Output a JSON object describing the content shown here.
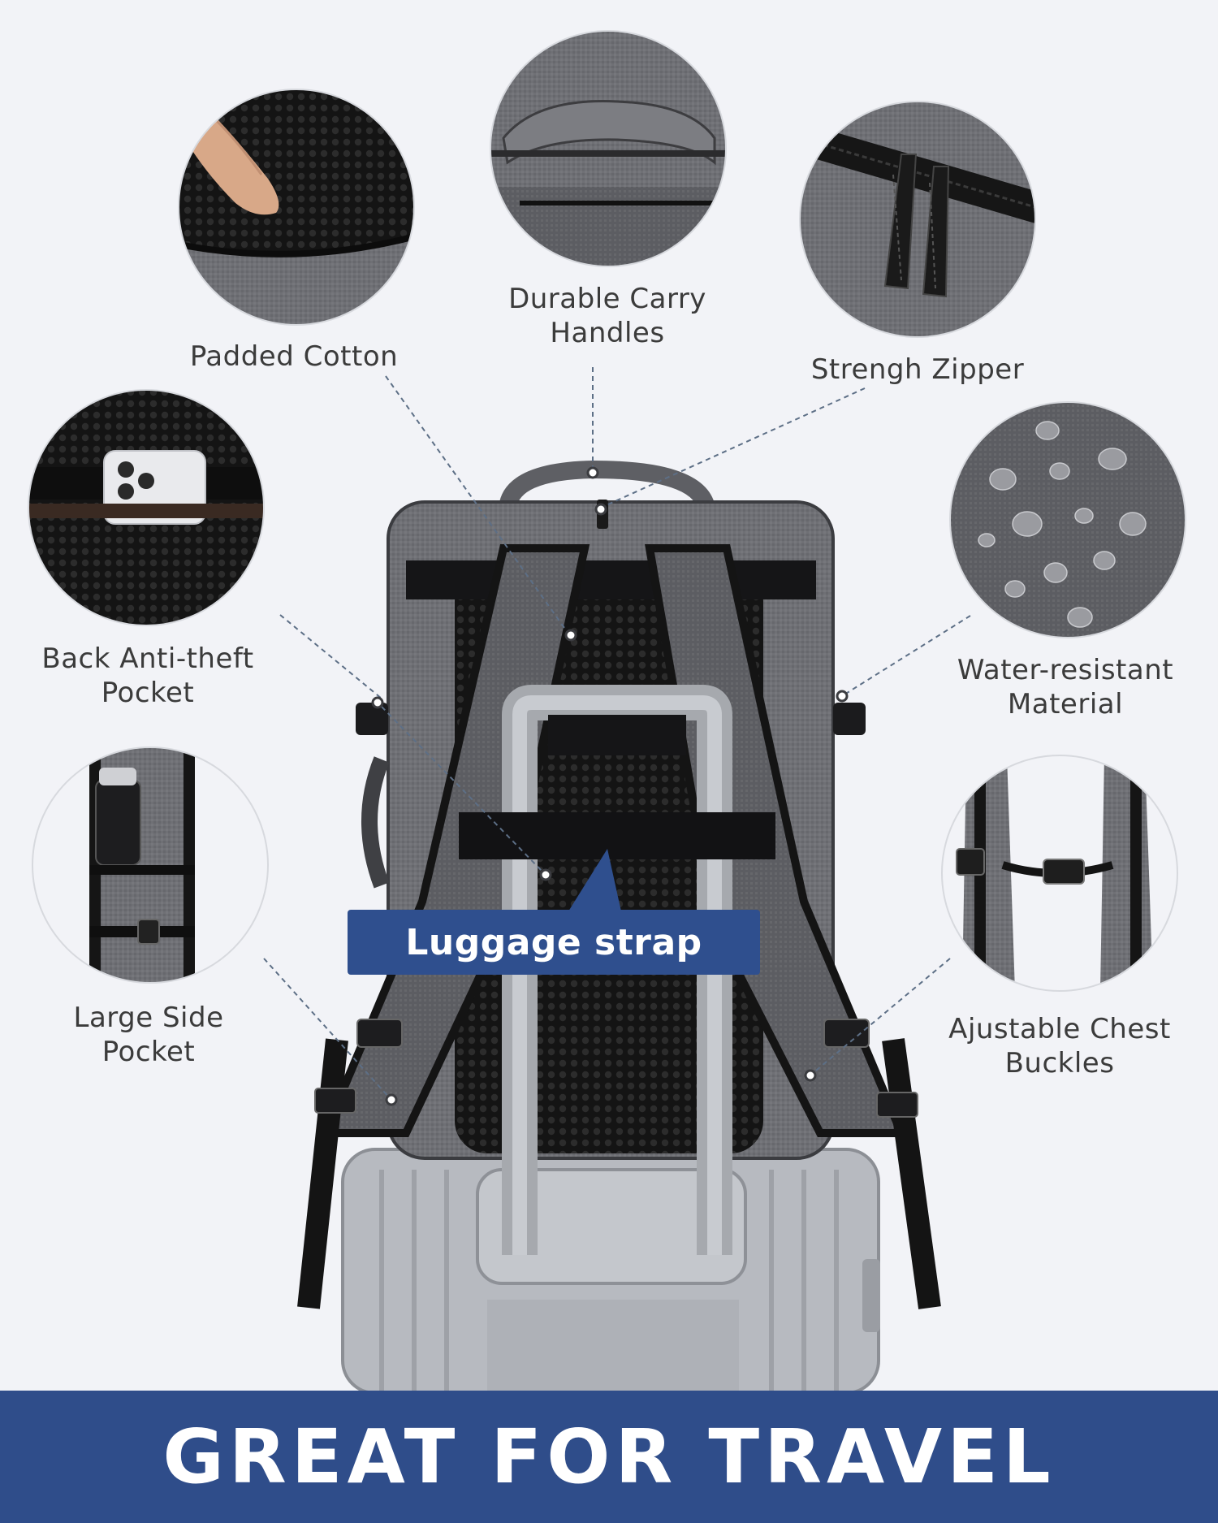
{
  "features": [
    {
      "id": "padded-cotton",
      "label": [
        "Padded Cotton"
      ]
    },
    {
      "id": "carry-handles",
      "label": [
        "Durable Carry",
        "Handles"
      ]
    },
    {
      "id": "zipper",
      "label": [
        "Strengh Zipper"
      ]
    },
    {
      "id": "anti-theft-pocket",
      "label": [
        "Back Anti-theft",
        "Pocket"
      ]
    },
    {
      "id": "water-resistant",
      "label": [
        "Water-resistant",
        "Material"
      ]
    },
    {
      "id": "side-pocket",
      "label": [
        "Large Side",
        "Pocket"
      ]
    },
    {
      "id": "chest-buckles",
      "label": [
        "Ajustable Chest",
        "Buckles"
      ]
    }
  ],
  "callout": {
    "label": "Luggage strap"
  },
  "banner": {
    "text": "GREAT FOR TRAVEL"
  },
  "colors": {
    "background": "#f2f3f7",
    "accent_blue": "#2f4d8a",
    "bag_grey": "#6e6f74",
    "strap_black": "#1b1b1d",
    "suitcase_silver": "#b9bcc2"
  }
}
